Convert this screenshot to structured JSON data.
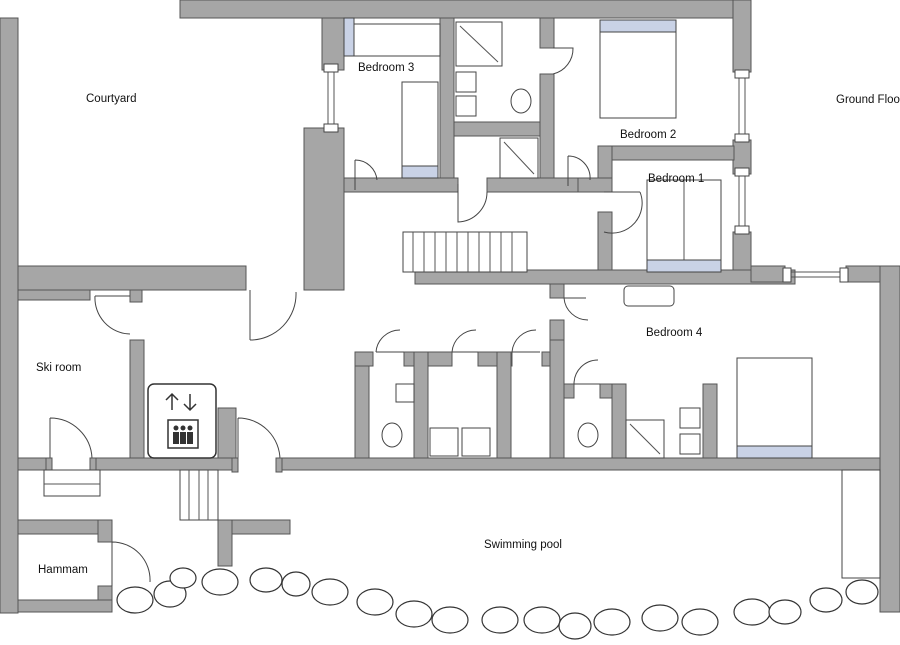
{
  "floor_name": "Ground Floor",
  "rooms": {
    "courtyard": "Courtyard",
    "bedroom3": "Bedroom 3",
    "bedroom2": "Bedroom 2",
    "bedroom1": "Bedroom 1",
    "bedroom4": "Bedroom 4",
    "ski_room": "Ski room",
    "hammam": "Hammam",
    "swimming_pool": "Swimming pool"
  },
  "icons": {
    "elevator": "elevator-icon"
  }
}
